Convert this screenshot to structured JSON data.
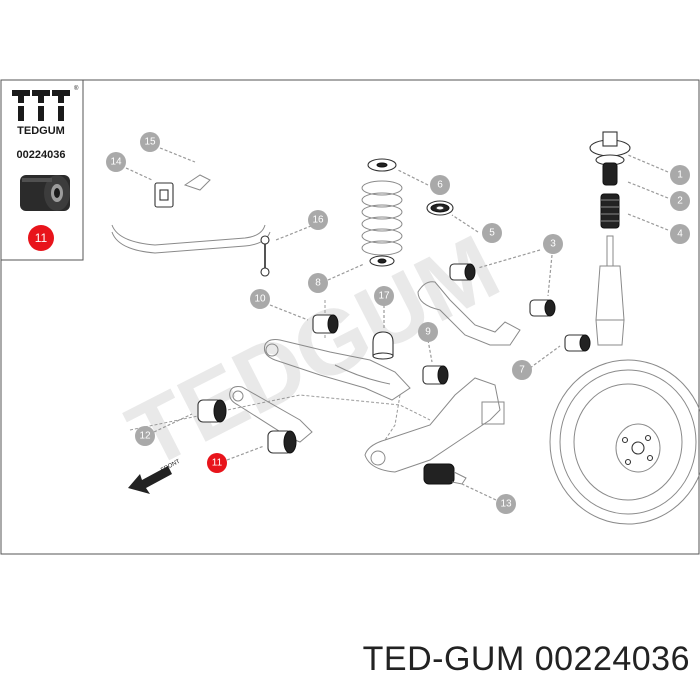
{
  "brand": {
    "name": "TEDGUM",
    "registered_mark": "®"
  },
  "inset": {
    "part_number": "00224036",
    "highlight_number": "11"
  },
  "watermark": "TEDGUM",
  "front_label": "FRONT",
  "callouts": [
    "1",
    "2",
    "3",
    "4",
    "5",
    "6",
    "7",
    "8",
    "9",
    "10",
    "11",
    "12",
    "13",
    "14",
    "15",
    "16",
    "17"
  ],
  "footer": {
    "text": "TED-GUM 00224036"
  },
  "colors": {
    "highlight": "#e8141b",
    "callout": "#a9a9a9",
    "text": "#222222"
  }
}
